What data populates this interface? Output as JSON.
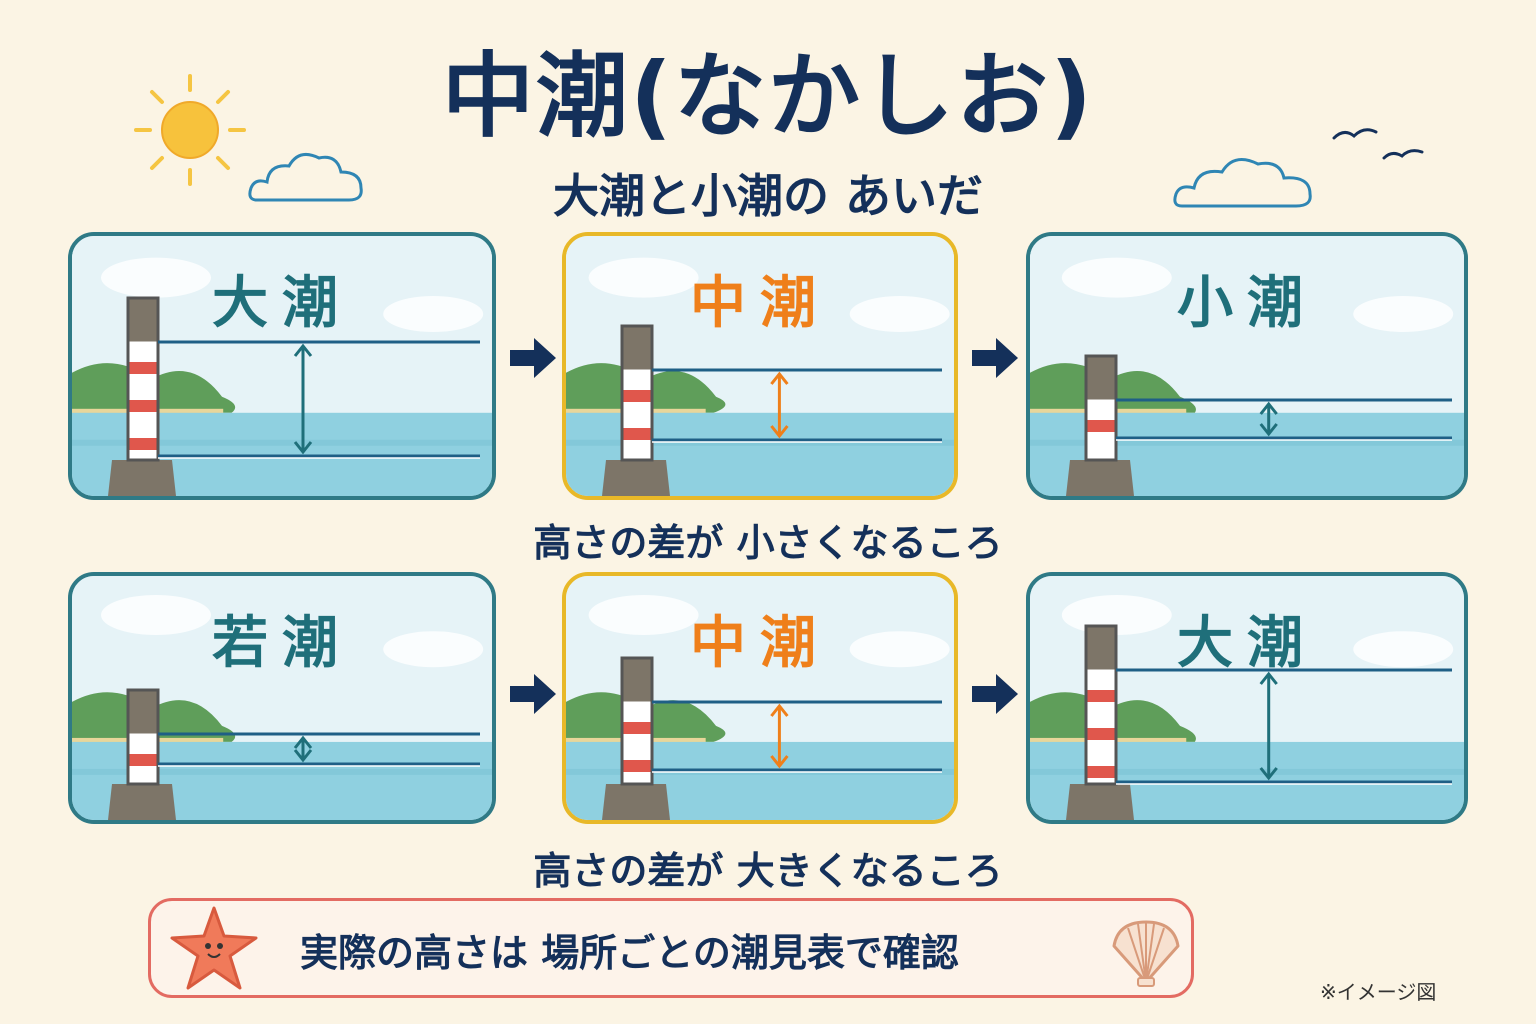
{
  "title": "中潮(なかしお)",
  "subtitle": "大潮と小潮の あいだ",
  "rows": [
    {
      "panels": [
        {
          "label": "大潮",
          "highlight": false
        },
        {
          "label": "中潮",
          "highlight": true
        },
        {
          "label": "小潮",
          "highlight": false
        }
      ],
      "caption": "高さの差が 小さくなるころ"
    },
    {
      "panels": [
        {
          "label": "若潮",
          "highlight": false
        },
        {
          "label": "中潮",
          "highlight": true
        },
        {
          "label": "大潮",
          "highlight": false
        }
      ],
      "caption": "高さの差が 大きくなるころ"
    }
  ],
  "note": "実際の高さは 場所ごとの潮見表で確認",
  "footnote": "※イメージ図",
  "colors": {
    "frame": "#2f7a86",
    "highlight_frame": "#e8b828",
    "highlight_text": "#ef7f1a",
    "navy": "#14305a",
    "sea": "#8fd0e0",
    "note_border": "#e36b62"
  }
}
